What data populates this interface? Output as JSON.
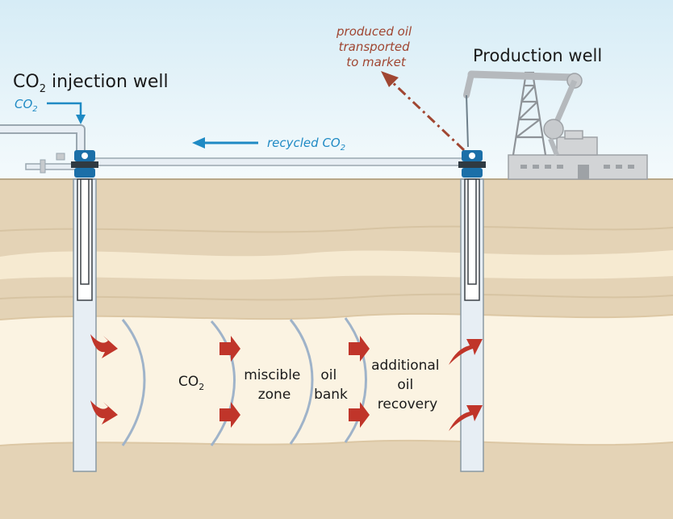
{
  "title": {
    "injection_prefix": "CO",
    "injection_sub": "2",
    "injection_suffix": " injection well",
    "production": "Production well"
  },
  "labels": {
    "co2_input_prefix": "CO",
    "co2_input_sub": "2",
    "recycled_prefix": "recycled CO",
    "recycled_sub": "2",
    "produced_oil_lines": [
      "produced oil",
      "transported",
      "to market"
    ]
  },
  "zones": {
    "co2_prefix": "CO",
    "co2_sub": "2",
    "miscible_lines": [
      "miscible",
      "zone"
    ],
    "oil_bank_lines": [
      "oil",
      "bank"
    ],
    "recovery_lines": [
      "additional",
      "oil",
      "recovery"
    ]
  },
  "colors": {
    "sky_top": "#d6ecf6",
    "sky_bottom": "#f4fafc",
    "earth": "#e4d3b6",
    "sand_band": "#f6ead1",
    "reservoir": "#fbf3e2",
    "well_casing": "#e7eef4",
    "well_outline": "#6e7f8a",
    "wellhead_blue": "#1b6fa8",
    "flow_blue": "#1f8ac4",
    "arrow_red": "#c0352a",
    "oil_label_red": "#a04632",
    "zone_boundary": "#9fb3c9",
    "facility_gray": "#d2d4d6"
  }
}
